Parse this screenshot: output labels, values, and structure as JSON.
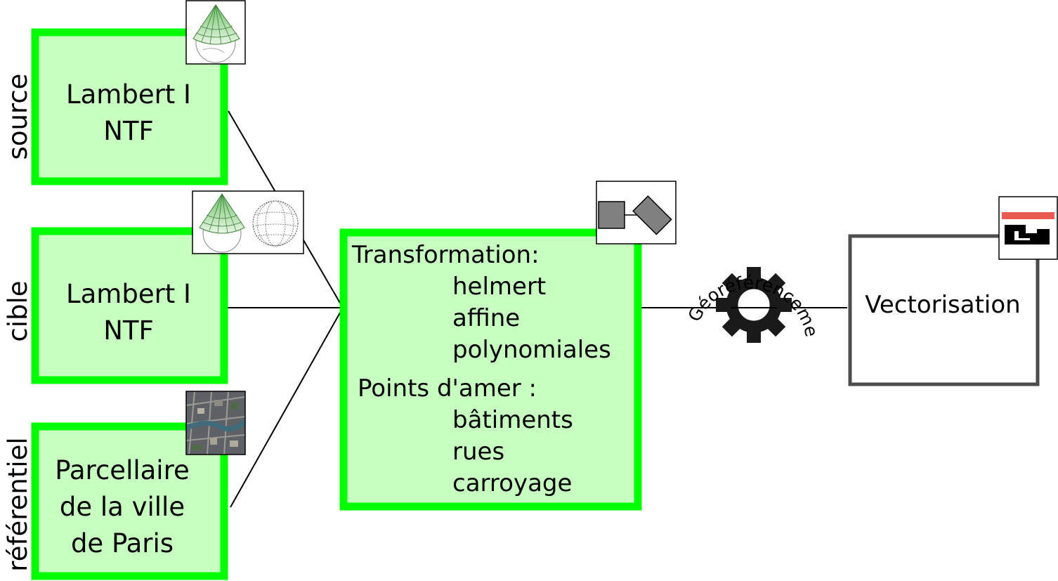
{
  "side_labels": {
    "source": "source",
    "cible": "cible",
    "referentiel": "référentiel"
  },
  "boxes": {
    "source": {
      "line1": "Lambert I",
      "line2": "NTF"
    },
    "cible": {
      "line1": "Lambert I",
      "line2": "NTF"
    },
    "referentiel": {
      "line1": "Parcellaire",
      "line2": "de la ville",
      "line3": "de Paris"
    }
  },
  "transformation": {
    "heading": "Transformation:",
    "methods": [
      "helmert",
      "affine",
      "polynomiales"
    ],
    "points_heading": "Points d'amer :",
    "points": [
      "bâtiments",
      "rues",
      "carroyage"
    ]
  },
  "process": {
    "label": "Géoréférencement"
  },
  "output": {
    "label": "Vectorisation"
  },
  "icons": {
    "source": "conic-projection-icon",
    "cible": "conic-to-globe-projection-icon",
    "referentiel": "aerial-photo-icon",
    "transformation": "shape-transform-icon",
    "process": "gear-icon",
    "output": "vector-layer-icon"
  },
  "colors": {
    "box_fill": "#c6ffc0",
    "box_border": "#00ff00",
    "output_border": "#4d4d4d",
    "gear": "#1a1a1a",
    "accent_red": "#e85a4f"
  }
}
